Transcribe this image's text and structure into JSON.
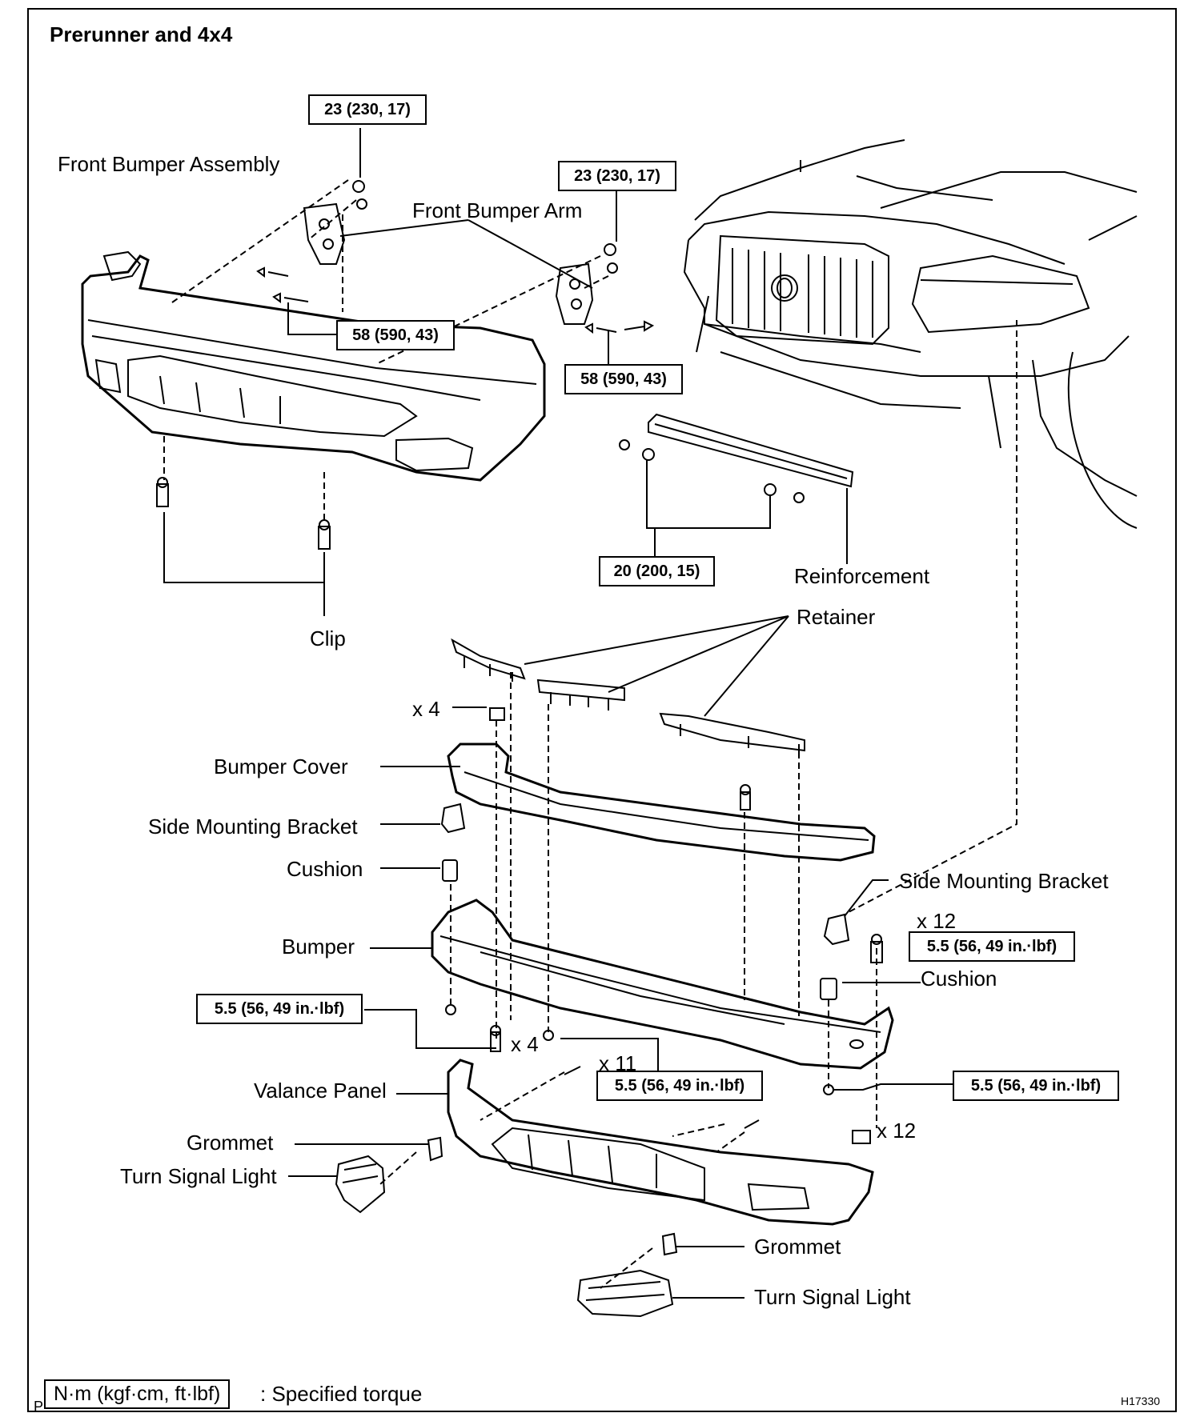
{
  "title": "Prerunner and 4x4",
  "labels": {
    "front_bumper_assembly": "Front Bumper Assembly",
    "front_bumper_arm": "Front Bumper Arm",
    "reinforcement": "Reinforcement",
    "clip": "Clip",
    "retainer": "Retainer",
    "x4_top": "x 4",
    "bumper_cover": "Bumper Cover",
    "side_mounting_bracket_left": "Side Mounting Bracket",
    "cushion_left": "Cushion",
    "side_mounting_bracket_right": "Side Mounting Bracket",
    "x12_top": "x 12",
    "bumper": "Bumper",
    "cushion_right": "Cushion",
    "x4_bottom": "x 4",
    "x11": "x 11",
    "valance_panel": "Valance Panel",
    "grommet_left": "Grommet",
    "x12_bottom": "x 12",
    "turn_signal_left": "Turn Signal Light",
    "grommet_bottom": "Grommet",
    "turn_signal_bottom": "Turn Signal Light"
  },
  "torques": {
    "t1": "23 (230, 17)",
    "t2": "23 (230, 17)",
    "t3": "58 (590, 43)",
    "t4": "58 (590, 43)",
    "t5": "20 (200, 15)",
    "t6": "5.5 (56, 49 in.·lbf)",
    "t7": "5.5 (56, 49 in.·lbf)",
    "t8": "5.5 (56, 49 in.·lbf)",
    "t9": "5.5 (56, 49 in.·lbf)"
  },
  "legend": {
    "unit": "N·m (kgf·cm, ft·lbf)",
    "meaning": ": Specified torque"
  },
  "footer": {
    "figure_id": "H17330",
    "corner_mark": "P"
  }
}
